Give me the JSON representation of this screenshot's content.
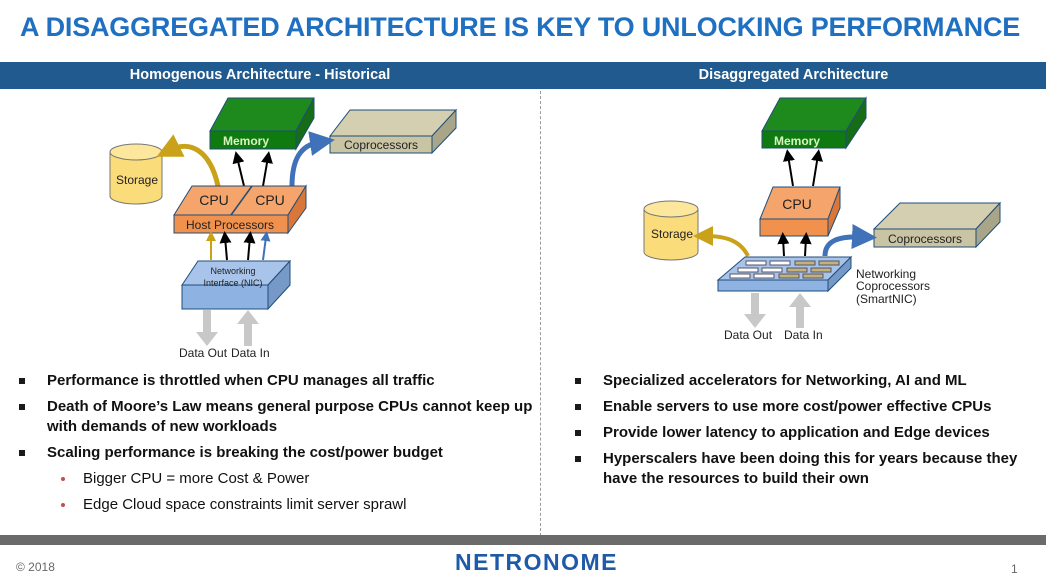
{
  "title": "A DISAGGREGATED ARCHITECTURE IS KEY TO UNLOCKING PERFORMANCE",
  "left": {
    "header": "Homogenous Architecture - Historical",
    "diagram": {
      "memory": "Memory",
      "coprocessors": "Coprocessors",
      "storage": "Storage",
      "cpu1": "CPU",
      "cpu2": "CPU",
      "host": "Host Processors",
      "nic1": "Networking",
      "nic2": "Interface (NIC)",
      "data_out": "Data Out",
      "data_in": "Data In"
    },
    "bullets": [
      "Performance is throttled when CPU manages all traffic",
      "Death of Moore’s Law means general purpose CPUs cannot keep up with demands of new workloads",
      "Scaling performance is breaking the cost/power budget"
    ],
    "sub_bullets": [
      "Bigger CPU = more Cost & Power",
      "Edge Cloud space constraints limit server sprawl"
    ]
  },
  "right": {
    "header": "Disaggregated Architecture",
    "diagram": {
      "memory": "Memory",
      "cpu": "CPU",
      "storage": "Storage",
      "coprocessors": "Coprocessors",
      "nic1": "Networking",
      "nic2": "Coprocessors",
      "nic3": "(SmartNIC)",
      "data_out": "Data Out",
      "data_in": "Data In"
    },
    "bullets": [
      "Specialized accelerators for Networking, AI and ML",
      "Enable servers to use more cost/power effective CPUs",
      "Provide lower latency to application and Edge devices",
      "Hyperscalers have been doing this for years because they have the resources to build their own"
    ]
  },
  "footer": {
    "copyright": "© 2018",
    "logo": "NETRONOME",
    "page": "1"
  },
  "colors": {
    "title": "#1f70c1",
    "header_bar": "#215a8e",
    "memory": "#1e8a1e",
    "cpu": "#f0924e",
    "nic": "#8eb3e3",
    "coproc": "#d3cfb0",
    "storage": "#fbdc7a",
    "gold_arrow": "#c9a21a",
    "blue_arrow": "#3f72b8"
  }
}
